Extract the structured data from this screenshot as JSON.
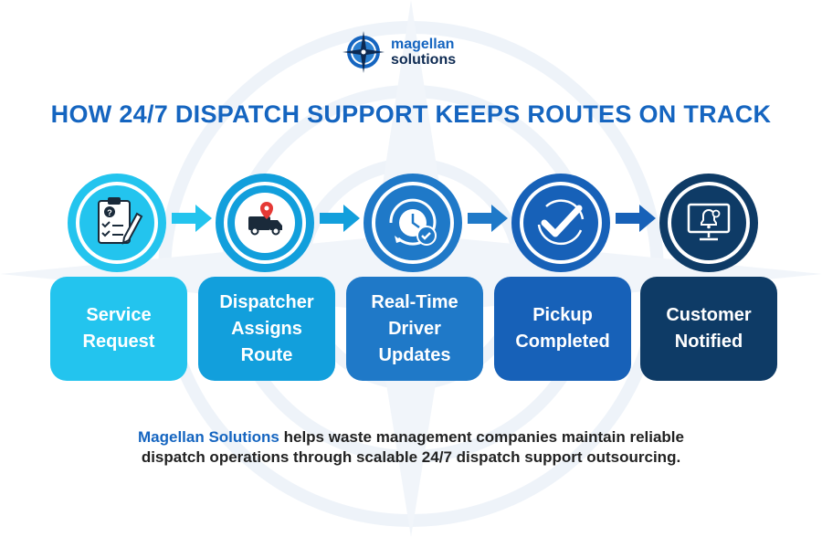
{
  "logo": {
    "line1": "magellan",
    "line2": "solutions",
    "icon": "compass-star-icon"
  },
  "headline": "HOW 24/7 DISPATCH SUPPORT KEEPS ROUTES ON TRACK",
  "colors": {
    "step_1": "#23c4ee",
    "step_2": "#129fdc",
    "step_3": "#1f79c8",
    "step_4": "#1761b8",
    "step_5": "#0e3b66",
    "brand_blue": "#1565c0"
  },
  "steps": [
    {
      "label": "Service\nRequest",
      "icon": "clipboard-checklist-icon"
    },
    {
      "label": "Dispatcher\nAssigns\nRoute",
      "icon": "truck-location-icon"
    },
    {
      "label": "Real-Time\nDriver\nUpdates",
      "icon": "clock-refresh-icon"
    },
    {
      "label": "Pickup\nCompleted",
      "icon": "checkmark-icon"
    },
    {
      "label": "Customer\nNotified",
      "icon": "monitor-notification-icon"
    }
  ],
  "caption": {
    "brand": "Magellan Solutions",
    "line1_rest": " helps waste management companies maintain reliable",
    "line2": "dispatch operations through scalable 24/7 dispatch support outsourcing."
  }
}
